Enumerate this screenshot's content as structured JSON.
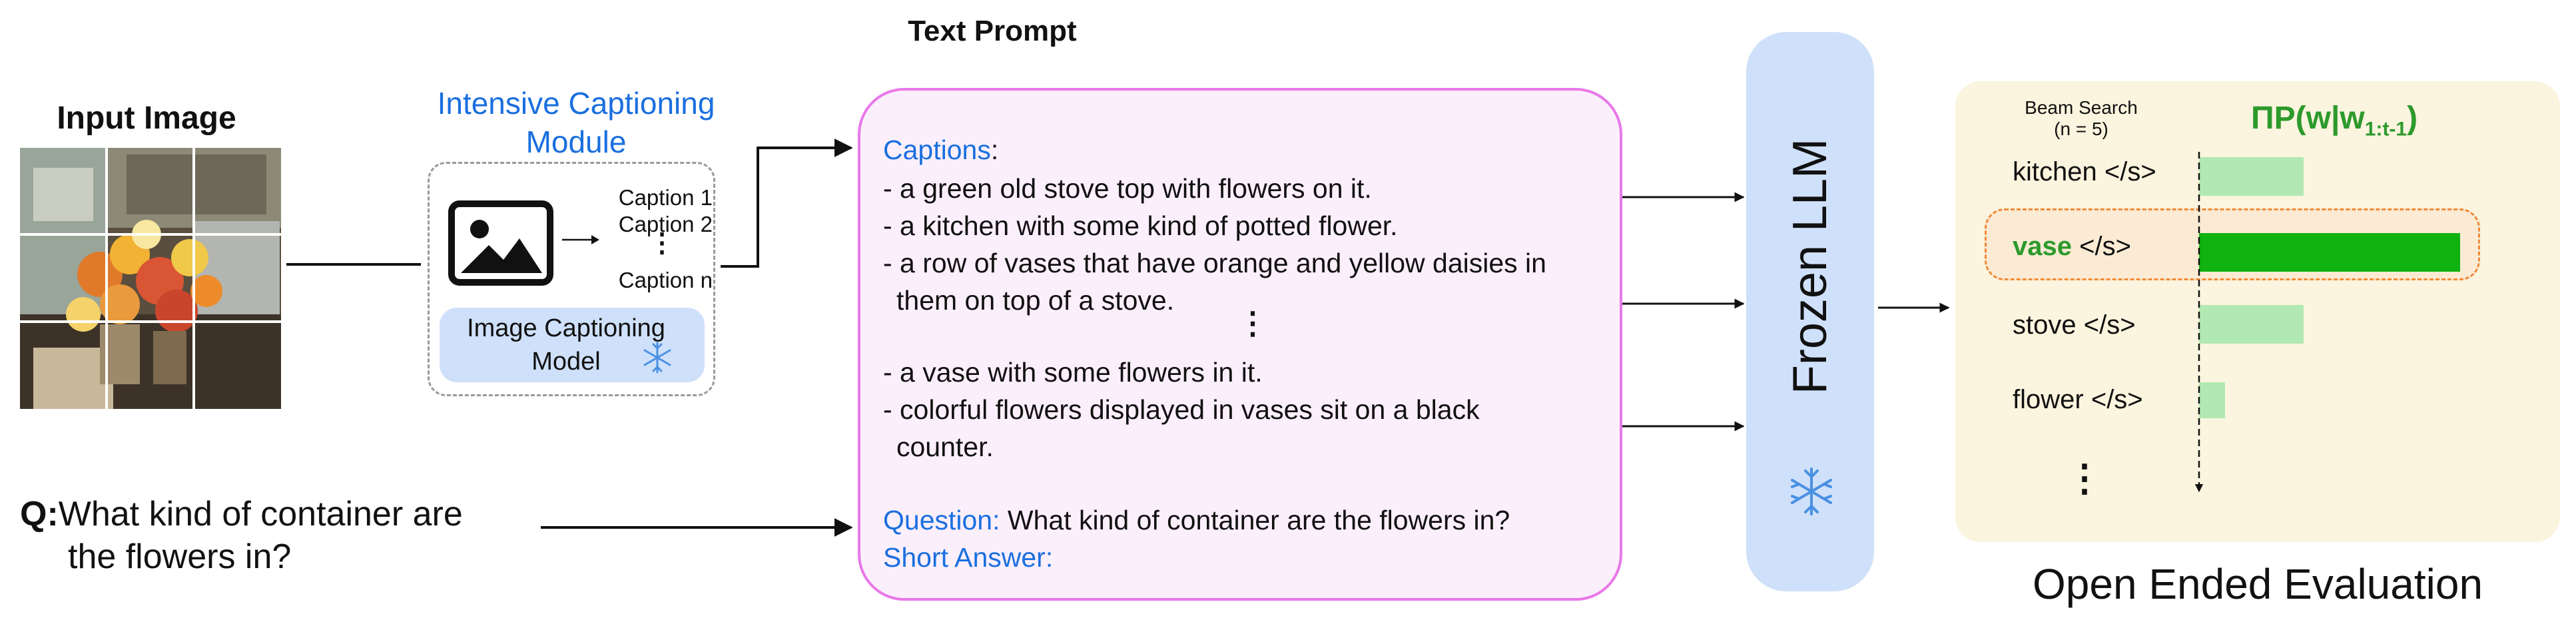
{
  "input": {
    "title": "Input Image"
  },
  "captioning": {
    "module_title": "Intensive Captioning Module",
    "captions": [
      "Caption 1",
      "Caption 2",
      "Caption n"
    ],
    "ellipsis": "⋮",
    "model_label": "Image Captioning Model"
  },
  "prompt": {
    "title": "Text Prompt",
    "captions_label": "Captions",
    "colon": ":",
    "lines": [
      "- a green old stove top with flowers on it.",
      "- a kitchen with some kind of potted flower.",
      "- a row of vases that have orange and yellow daisies in",
      "  them on top of a stove.",
      "- a vase with some flowers in it.",
      "- colorful flowers displayed in vases sit on a black",
      "  counter."
    ],
    "ellipsis": "⋮",
    "question_label": "Question:",
    "question_text": " What kind of container are the flowers in?",
    "short_answer_label": "Short Answer:"
  },
  "question": {
    "prefix": "Q:",
    "line1": "What kind of container are",
    "line2": "the flowers in?"
  },
  "llm": {
    "label": "Frozen LLM"
  },
  "evaluation": {
    "beam_search": "Beam Search",
    "beam_n": "(n = 5)",
    "prob_main": "ΠP(w|w",
    "prob_sub": "1:t-1",
    "prob_close": ")",
    "candidates": [
      {
        "word": "kitchen",
        "end": "</s>",
        "prob": 0.4,
        "highlight": false
      },
      {
        "word": "vase",
        "end": "</s>",
        "prob": 1.0,
        "highlight": true
      },
      {
        "word": "stove",
        "end": "</s>",
        "prob": 0.4,
        "highlight": false
      },
      {
        "word": "flower",
        "end": "</s>",
        "prob": 0.1,
        "highlight": false
      }
    ],
    "ellipsis": "⋮",
    "title": "Open Ended Evaluation",
    "colors": {
      "bar_light": "#b2e9b2",
      "bar_dark": "#10b210",
      "highlight_border": "#f08a3a"
    }
  }
}
